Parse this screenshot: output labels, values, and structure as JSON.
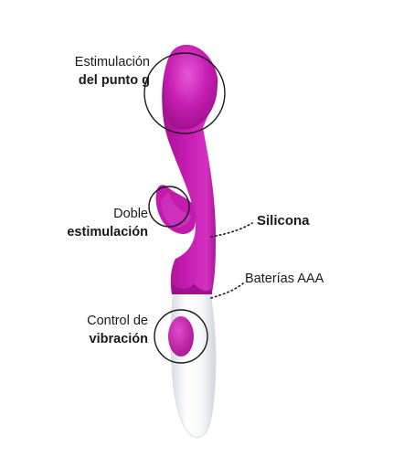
{
  "features": {
    "g_spot": {
      "line1": "Estimulación",
      "line2": "del punto g"
    },
    "dual": {
      "line1": "Doble",
      "line2": "estimulación"
    },
    "control": {
      "line1": "Control de",
      "line2": "vibración"
    },
    "material": {
      "label": "Silicona"
    },
    "battery": {
      "label": "Baterías AAA"
    }
  },
  "colors": {
    "silicone_main": "#c31bb0",
    "silicone_dark": "#9a0f8b",
    "silicone_light": "#e14fd0",
    "handle_white": "#ffffff",
    "handle_shade": "#dfe3ea",
    "outline": "#1a1a1a"
  }
}
